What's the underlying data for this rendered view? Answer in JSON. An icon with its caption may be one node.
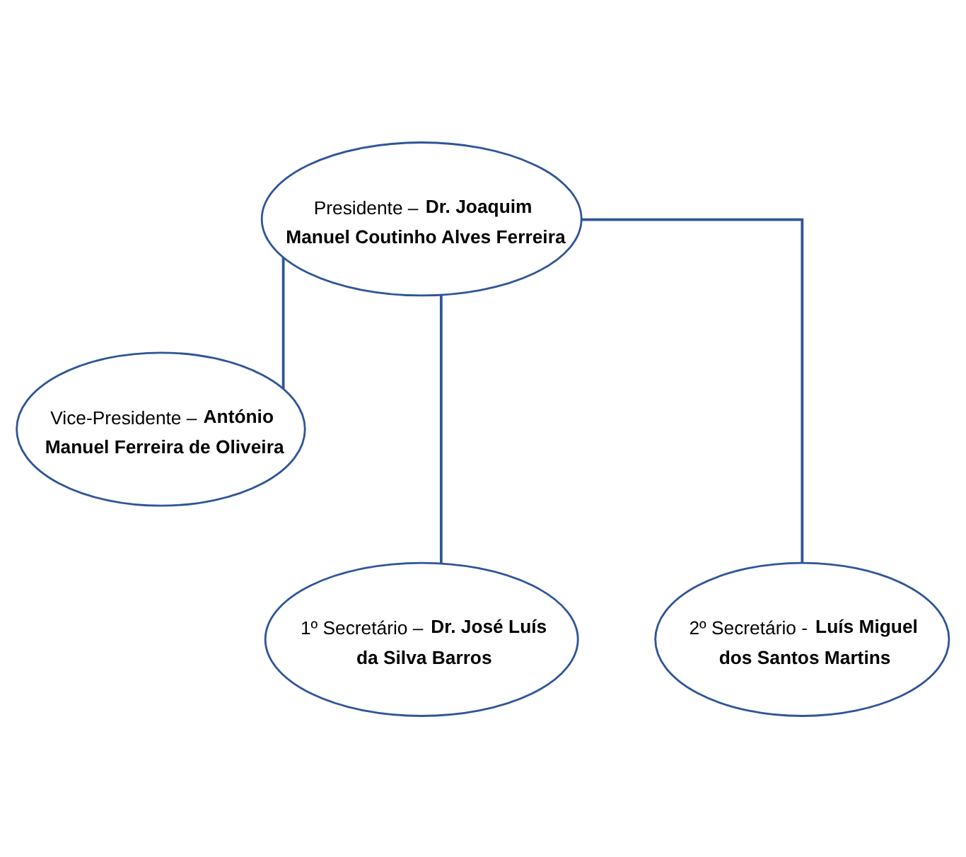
{
  "diagram": {
    "nodes": [
      {
        "text": [
          "Presidente – **Dr. Joaquim Manuel Coutinho Alves Ferreira**"
        ]
      },
      {
        "text": [
          "Vice-Presidente – **António Manuel Ferreira de Oliveira**"
        ]
      },
      {
        "text": [
          "1º Secretário – **Dr. José Luís da Silva Barros**"
        ]
      },
      {
        "text": [
          "2º Secretário - **Luís Miguel dos Santos Martins**"
        ]
      }
    ],
    "edges": [
      {
        "from": 0,
        "to": 1,
        "arrow": "none"
      },
      {
        "from": 0,
        "to": 2,
        "arrow": "none"
      },
      {
        "from": 0,
        "to": 3,
        "arrow": "none"
      }
    ]
  }
}
